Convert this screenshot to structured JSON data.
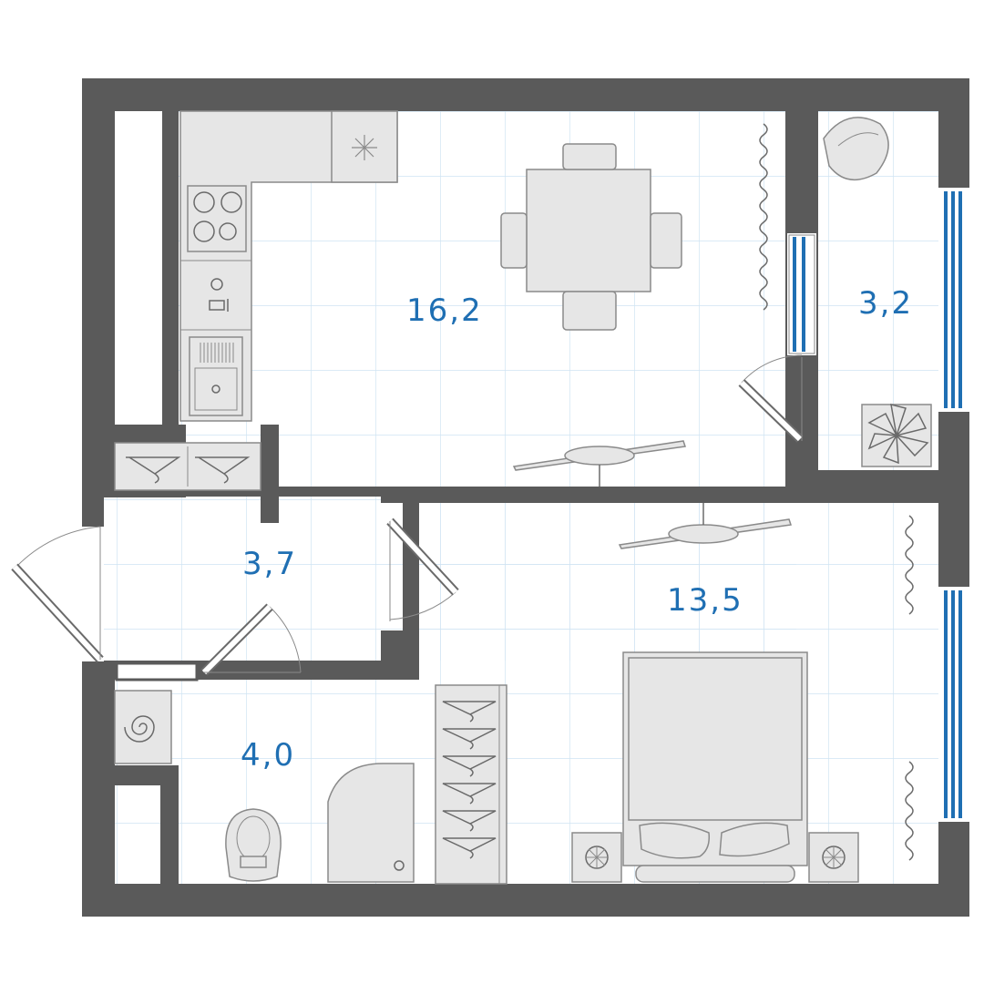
{
  "rooms": {
    "kitchen_living": {
      "area": "16,2"
    },
    "balcony": {
      "area": "3,2"
    },
    "hallway": {
      "area": "3,7"
    },
    "bathroom": {
      "area": "4,0"
    },
    "bedroom": {
      "area": "13,5"
    }
  },
  "colors": {
    "wall": "#5a5a5a",
    "grid": "#cfe4f3",
    "label": "#1f6fb3",
    "window": "#1f6fb3",
    "fixture": "#e6e6e6"
  }
}
